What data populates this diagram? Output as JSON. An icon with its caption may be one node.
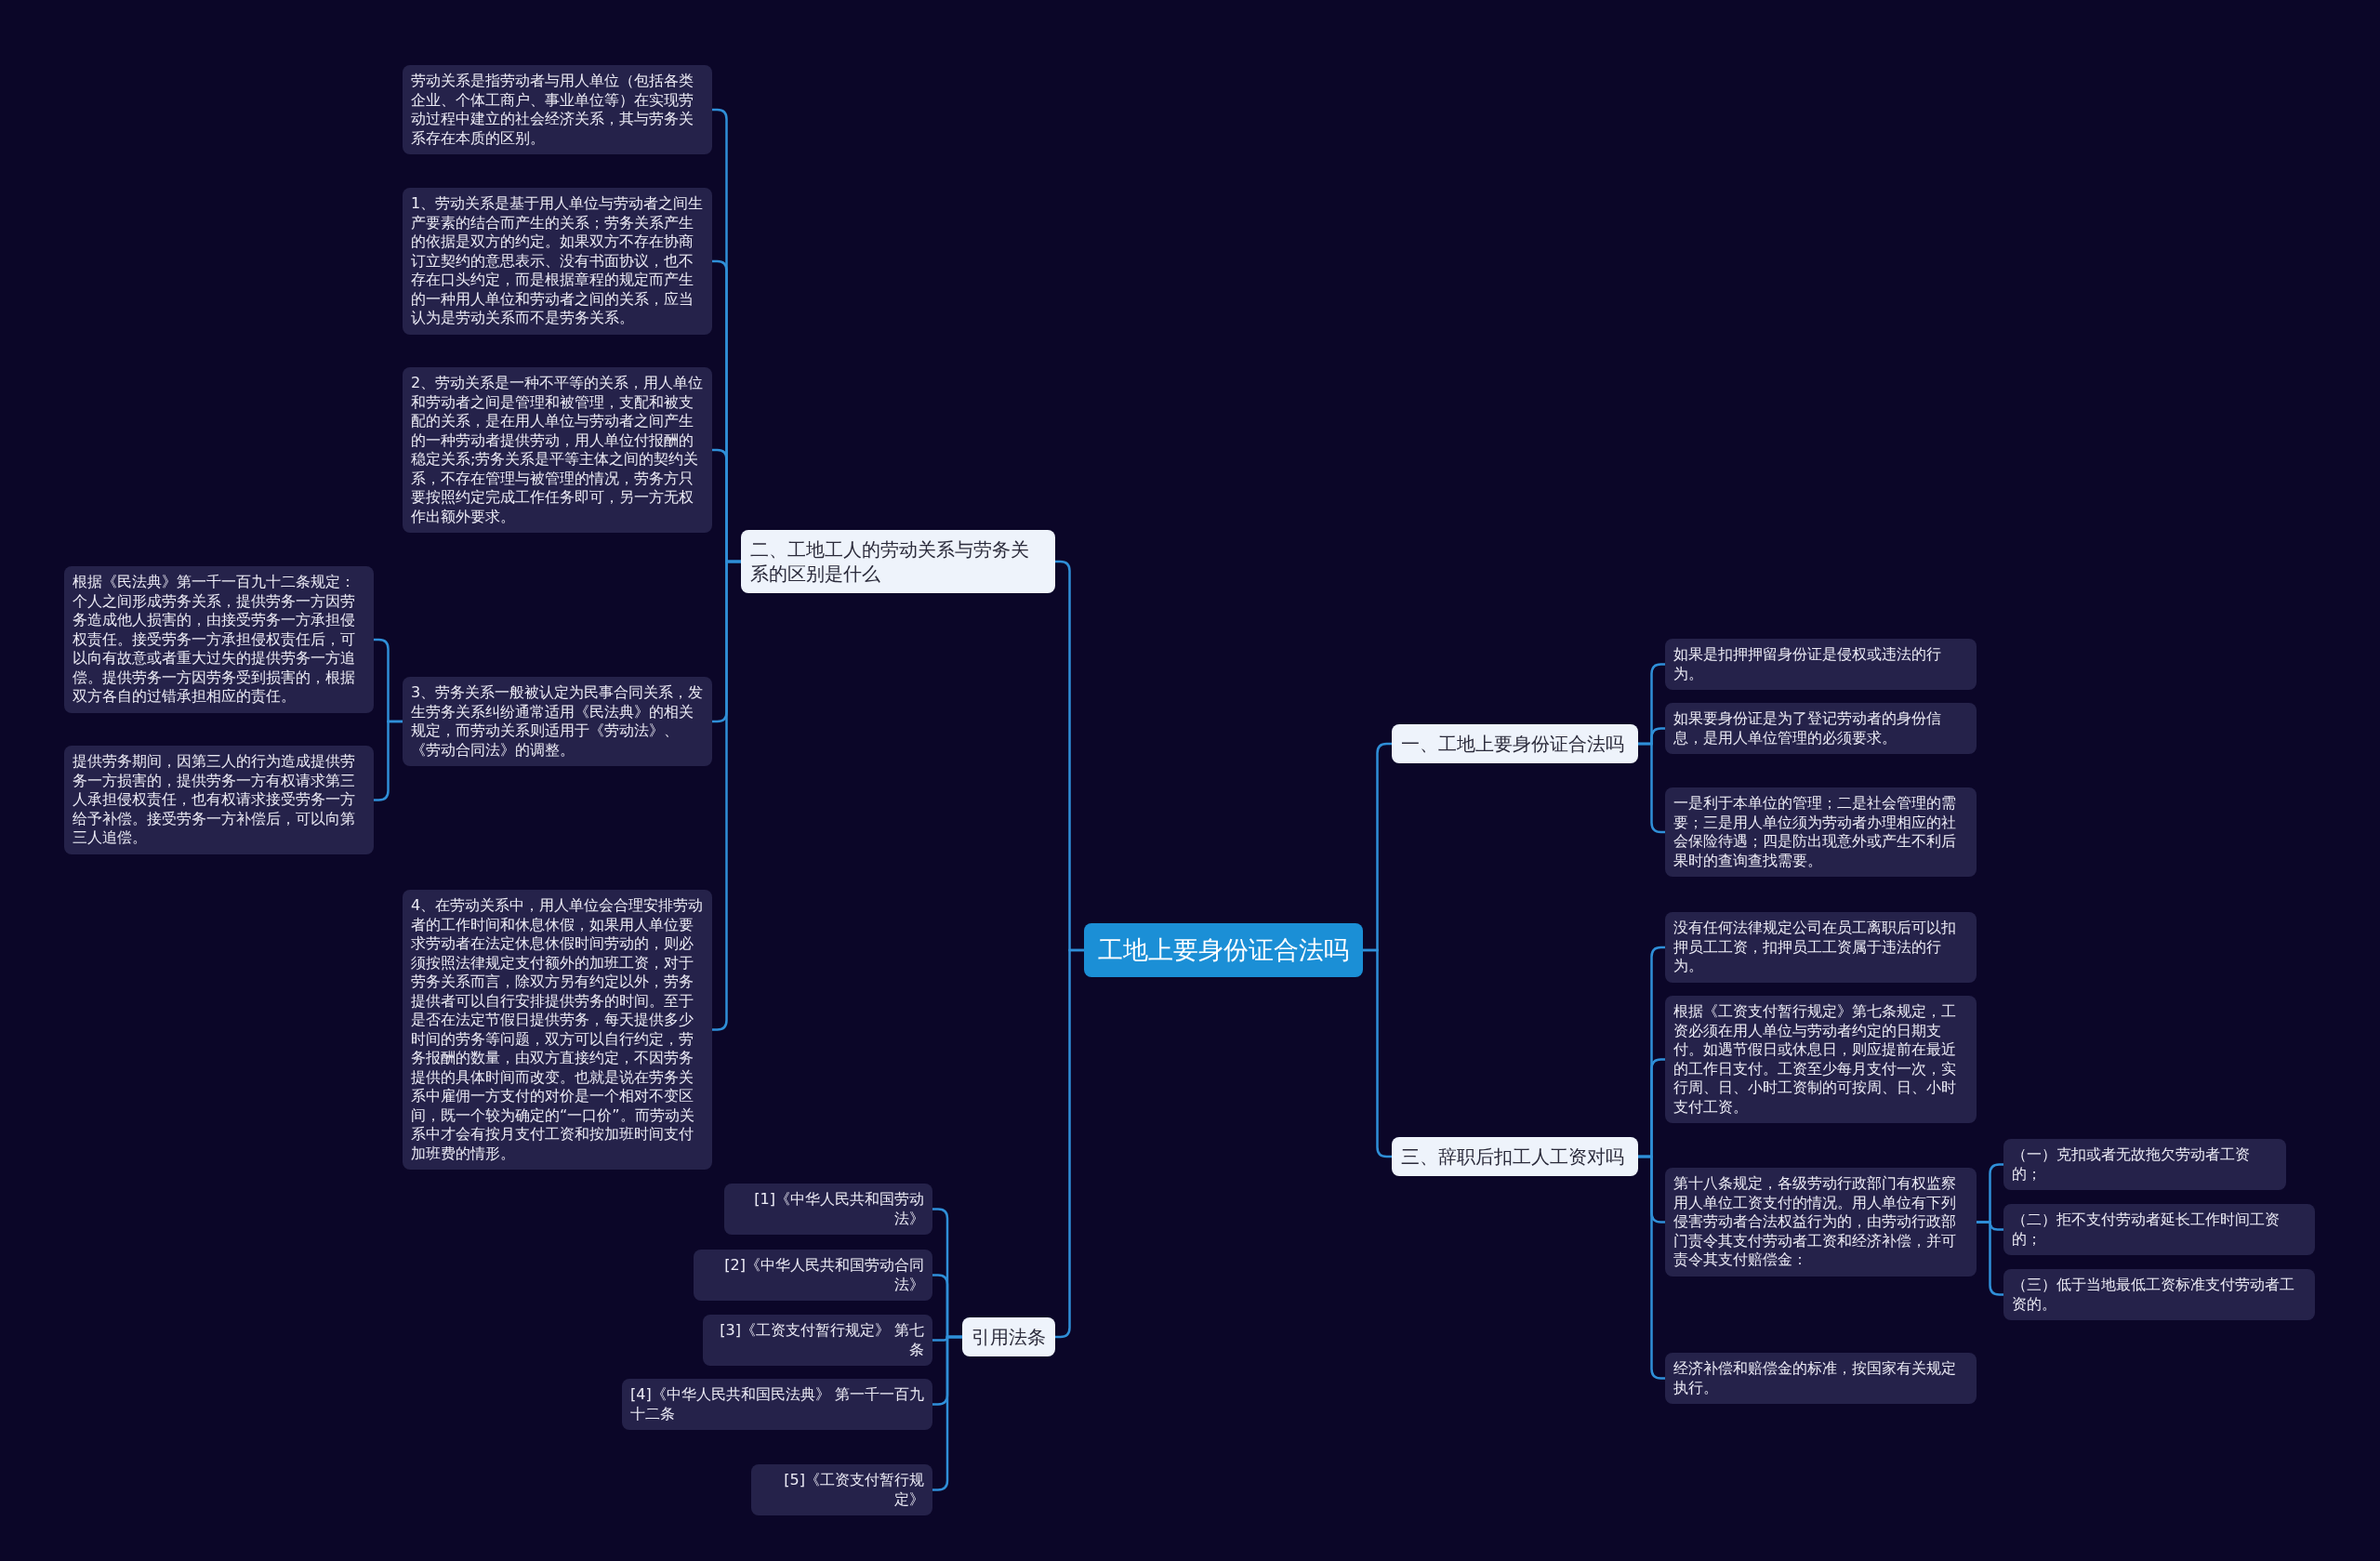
{
  "diagram": {
    "nodes": [
      {
        "text": [
          "工地上要身份证合法吗"
        ]
      },
      {
        "text": [
          "二、工地工人的劳动关系与劳务关系的区别是什么"
        ]
      },
      {
        "text": [
          "劳动关系是指劳动者与用人单位（包括各类企业、个体工商户、事业单位等）在实现劳动过程中建立的社会经济关系，其与劳务关系存在本质的区别。"
        ]
      },
      {
        "text": [
          "1、劳动关系是基于用人单位与劳动者之间生产要素的结合而产生的关系；劳务关系产生的依据是双方的约定。如果双方不存在协商订立契约的意思表示、没有书面协议，也不存在口头约定，而是根据章程的规定而产生的一种用人单位和劳动者之间的关系，应当认为是劳动关系而不是劳务关系。"
        ]
      },
      {
        "text": [
          "2、劳动关系是一种不平等的关系，用人单位和劳动者之间是管理和被管理，支配和被支配的关系，是在用人单位与劳动者之间产生的一种劳动者提供劳动，用人单位付报酬的稳定关系;劳务关系是平等主体之间的契约关系，不存在管理与被管理的情况，劳务方只要按照约定完成工作任务即可，另一方无权作出额外要求。"
        ]
      },
      {
        "text": [
          "3、劳务关系一般被认定为民事合同关系，发生劳务关系纠纷通常适用《民法典》的相关规定，而劳动关系则适用于《劳动法》、《劳动合同法》的调整。"
        ]
      },
      {
        "text": [
          "根据《民法典》第一千一百九十二条规定：个人之间形成劳务关系，提供劳务一方因劳务造成他人损害的，由接受劳务一方承担侵权责任。接受劳务一方承担侵权责任后，可以向有故意或者重大过失的提供劳务一方追偿。提供劳务一方因劳务受到损害的，根据双方各自的过错承担相应的责任。"
        ]
      },
      {
        "text": [
          "提供劳务期间，因第三人的行为造成提供劳务一方损害的，提供劳务一方有权请求第三人承担侵权责任，也有权请求接受劳务一方给予补偿。接受劳务一方补偿后，可以向第三人追偿。"
        ]
      },
      {
        "text": [
          "4、在劳动关系中，用人单位会合理安排劳动者的工作时间和休息休假，如果用人单位要求劳动者在法定休息休假时间劳动的，则必须按照法律规定支付额外的加班工资，对于劳务关系而言，除双方另有约定以外，劳务提供者可以自行安排提供劳务的时间。至于是否在法定节假日提供劳务，每天提供多少时间的劳务等问题，双方可以自行约定，劳务报酬的数量，由双方直接约定，不因劳务提供的具体时间而改变。也就是说在劳务关系中雇佣一方支付的对价是一个相对不变区间，既一个较为确定的“一口价”。而劳动关系中才会有按月支付工资和按加班时间支付加班费的情形。"
        ]
      },
      {
        "text": [
          "引用法条"
        ]
      },
      {
        "text": [
          "[1]《中华人民共和国劳动法》"
        ]
      },
      {
        "text": [
          "[2]《中华人民共和国劳动合同法》"
        ]
      },
      {
        "text": [
          "[3]《工资支付暂行规定》 第七条"
        ]
      },
      {
        "text": [
          "[4]《中华人民共和国民法典》 第一千一百九十二条"
        ]
      },
      {
        "text": [
          "[5]《工资支付暂行规定》"
        ]
      },
      {
        "text": [
          "一、工地上要身份证合法吗"
        ]
      },
      {
        "text": [
          "如果是扣押押留身份证是侵权或违法的行为。"
        ]
      },
      {
        "text": [
          "如果要身份证是为了登记劳动者的身份信息，是用人单位管理的必须要求。"
        ]
      },
      {
        "text": [
          "一是利于本单位的管理；二是社会管理的需要；三是用人单位须为劳动者办理相应的社会保险待遇；四是防出现意外或产生不利后果时的查询查找需要。"
        ]
      },
      {
        "text": [
          "三、辞职后扣工人工资对吗"
        ]
      },
      {
        "text": [
          "没有任何法律规定公司在员工离职后可以扣押员工工资，扣押员工工资属于违法的行为。"
        ]
      },
      {
        "text": [
          "根据《工资支付暂行规定》第七条规定，工资必须在用人单位与劳动者约定的日期支付。如遇节假日或休息日，则应提前在最近的工作日支付。工资至少每月支付一次，实行周、日、小时工资制的可按周、日、小时支付工资。"
        ]
      },
      {
        "text": [
          "第十八条规定，各级劳动行政部门有权监察用人单位工资支付的情况。用人单位有下列侵害劳动者合法权益行为的，由劳动行政部门责令其支付劳动者工资和经济补偿，并可责令其支付赔偿金："
        ]
      },
      {
        "text": [
          "（一）克扣或者无故拖欠劳动者工资的；"
        ]
      },
      {
        "text": [
          "（二）拒不支付劳动者延长工作时间工资的；"
        ]
      },
      {
        "text": [
          "（三）低于当地最低工资标准支付劳动者工资的。"
        ]
      },
      {
        "text": [
          "经济补偿和赔偿金的标准，按国家有关规定执行。"
        ]
      }
    ],
    "edges": [
      {
        "from": 0,
        "to": 1,
        "arrow": "none"
      },
      {
        "from": 0,
        "to": 9,
        "arrow": "none"
      },
      {
        "from": 0,
        "to": 15,
        "arrow": "none"
      },
      {
        "from": 0,
        "to": 19,
        "arrow": "none"
      },
      {
        "from": 1,
        "to": 2,
        "arrow": "none"
      },
      {
        "from": 1,
        "to": 3,
        "arrow": "none"
      },
      {
        "from": 1,
        "to": 4,
        "arrow": "none"
      },
      {
        "from": 1,
        "to": 5,
        "arrow": "none"
      },
      {
        "from": 1,
        "to": 8,
        "arrow": "none"
      },
      {
        "from": 5,
        "to": 6,
        "arrow": "none"
      },
      {
        "from": 5,
        "to": 7,
        "arrow": "none"
      },
      {
        "from": 9,
        "to": 10,
        "arrow": "none"
      },
      {
        "from": 9,
        "to": 11,
        "arrow": "none"
      },
      {
        "from": 9,
        "to": 12,
        "arrow": "none"
      },
      {
        "from": 9,
        "to": 13,
        "arrow": "none"
      },
      {
        "from": 9,
        "to": 14,
        "arrow": "none"
      },
      {
        "from": 15,
        "to": 16,
        "arrow": "none"
      },
      {
        "from": 15,
        "to": 17,
        "arrow": "none"
      },
      {
        "from": 15,
        "to": 18,
        "arrow": "none"
      },
      {
        "from": 19,
        "to": 20,
        "arrow": "none"
      },
      {
        "from": 19,
        "to": 21,
        "arrow": "none"
      },
      {
        "from": 19,
        "to": 22,
        "arrow": "none"
      },
      {
        "from": 19,
        "to": 26,
        "arrow": "none"
      },
      {
        "from": 22,
        "to": 23,
        "arrow": "none"
      },
      {
        "from": 22,
        "to": 24,
        "arrow": "none"
      },
      {
        "from": 22,
        "to": 25,
        "arrow": "none"
      }
    ]
  }
}
